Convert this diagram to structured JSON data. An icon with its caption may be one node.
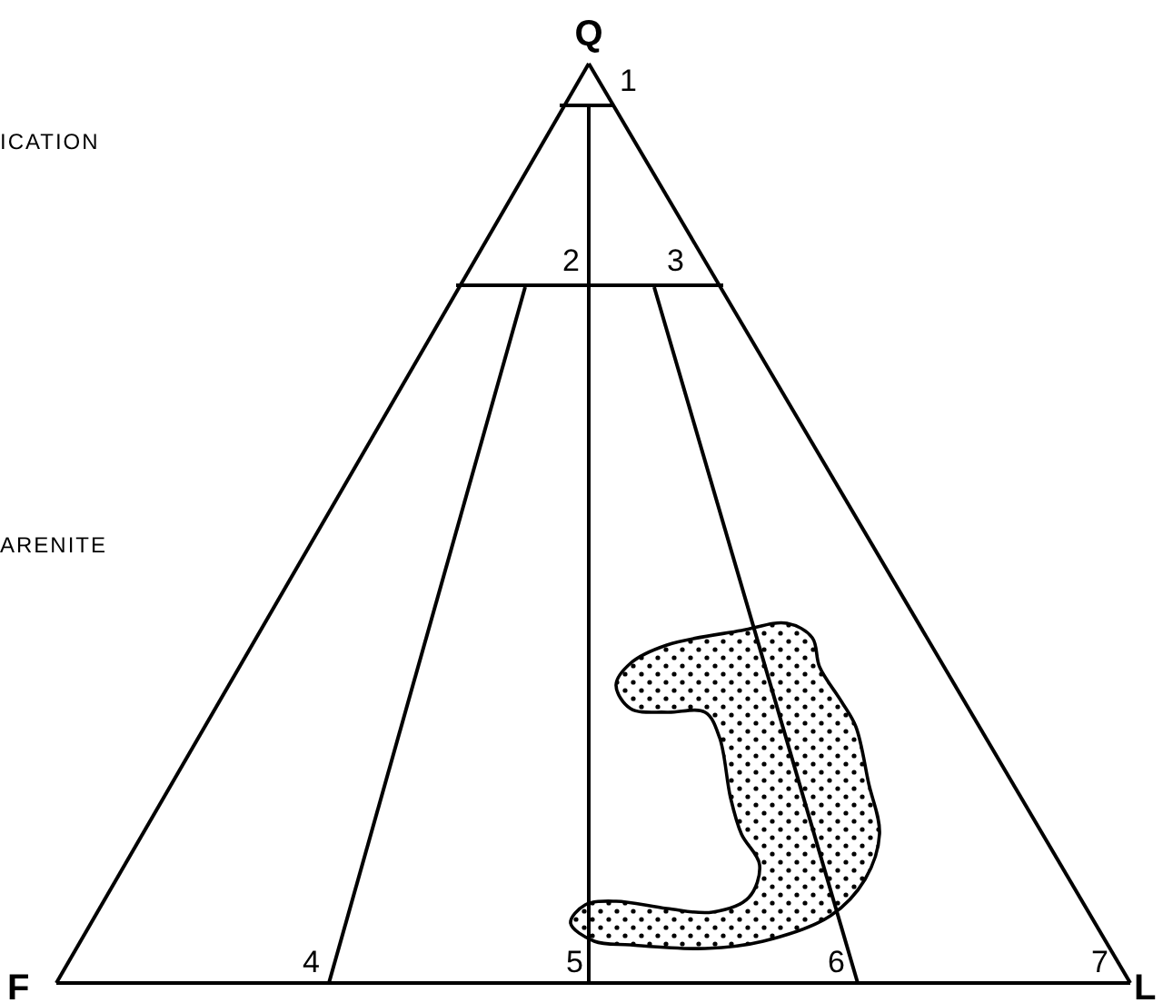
{
  "diagram": {
    "labels": [
      "Q",
      "1",
      "ICATION",
      "2",
      "3",
      "ARENITE",
      "F",
      "4",
      "5",
      "6",
      "7",
      "L"
    ]
  }
}
